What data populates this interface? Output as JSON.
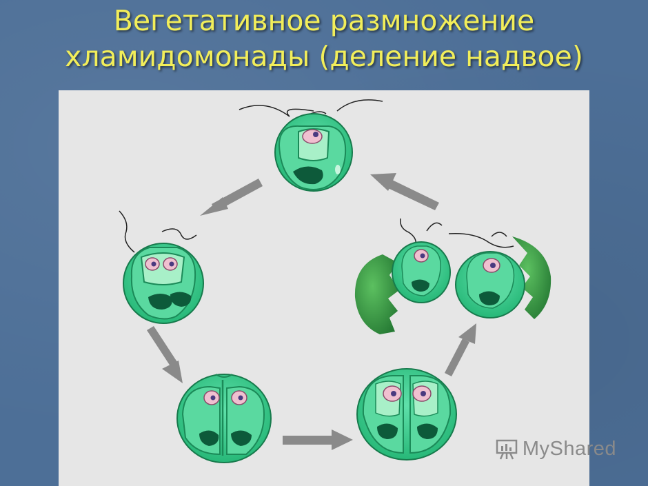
{
  "title": {
    "line1": "Вегетативное размножение",
    "line2": "хламидомонады (деление надвое)"
  },
  "watermark": {
    "text": "MyShared",
    "icon": "presentation-board-icon"
  },
  "colors": {
    "title": "#f2ee5a",
    "background": "#4d6f97",
    "panel": "#e6e6e6",
    "cell_fill": "#35c68c",
    "chloroplast": "#1fb070",
    "arrow": "#8a8a8a",
    "shell": "#2e9a44"
  }
}
